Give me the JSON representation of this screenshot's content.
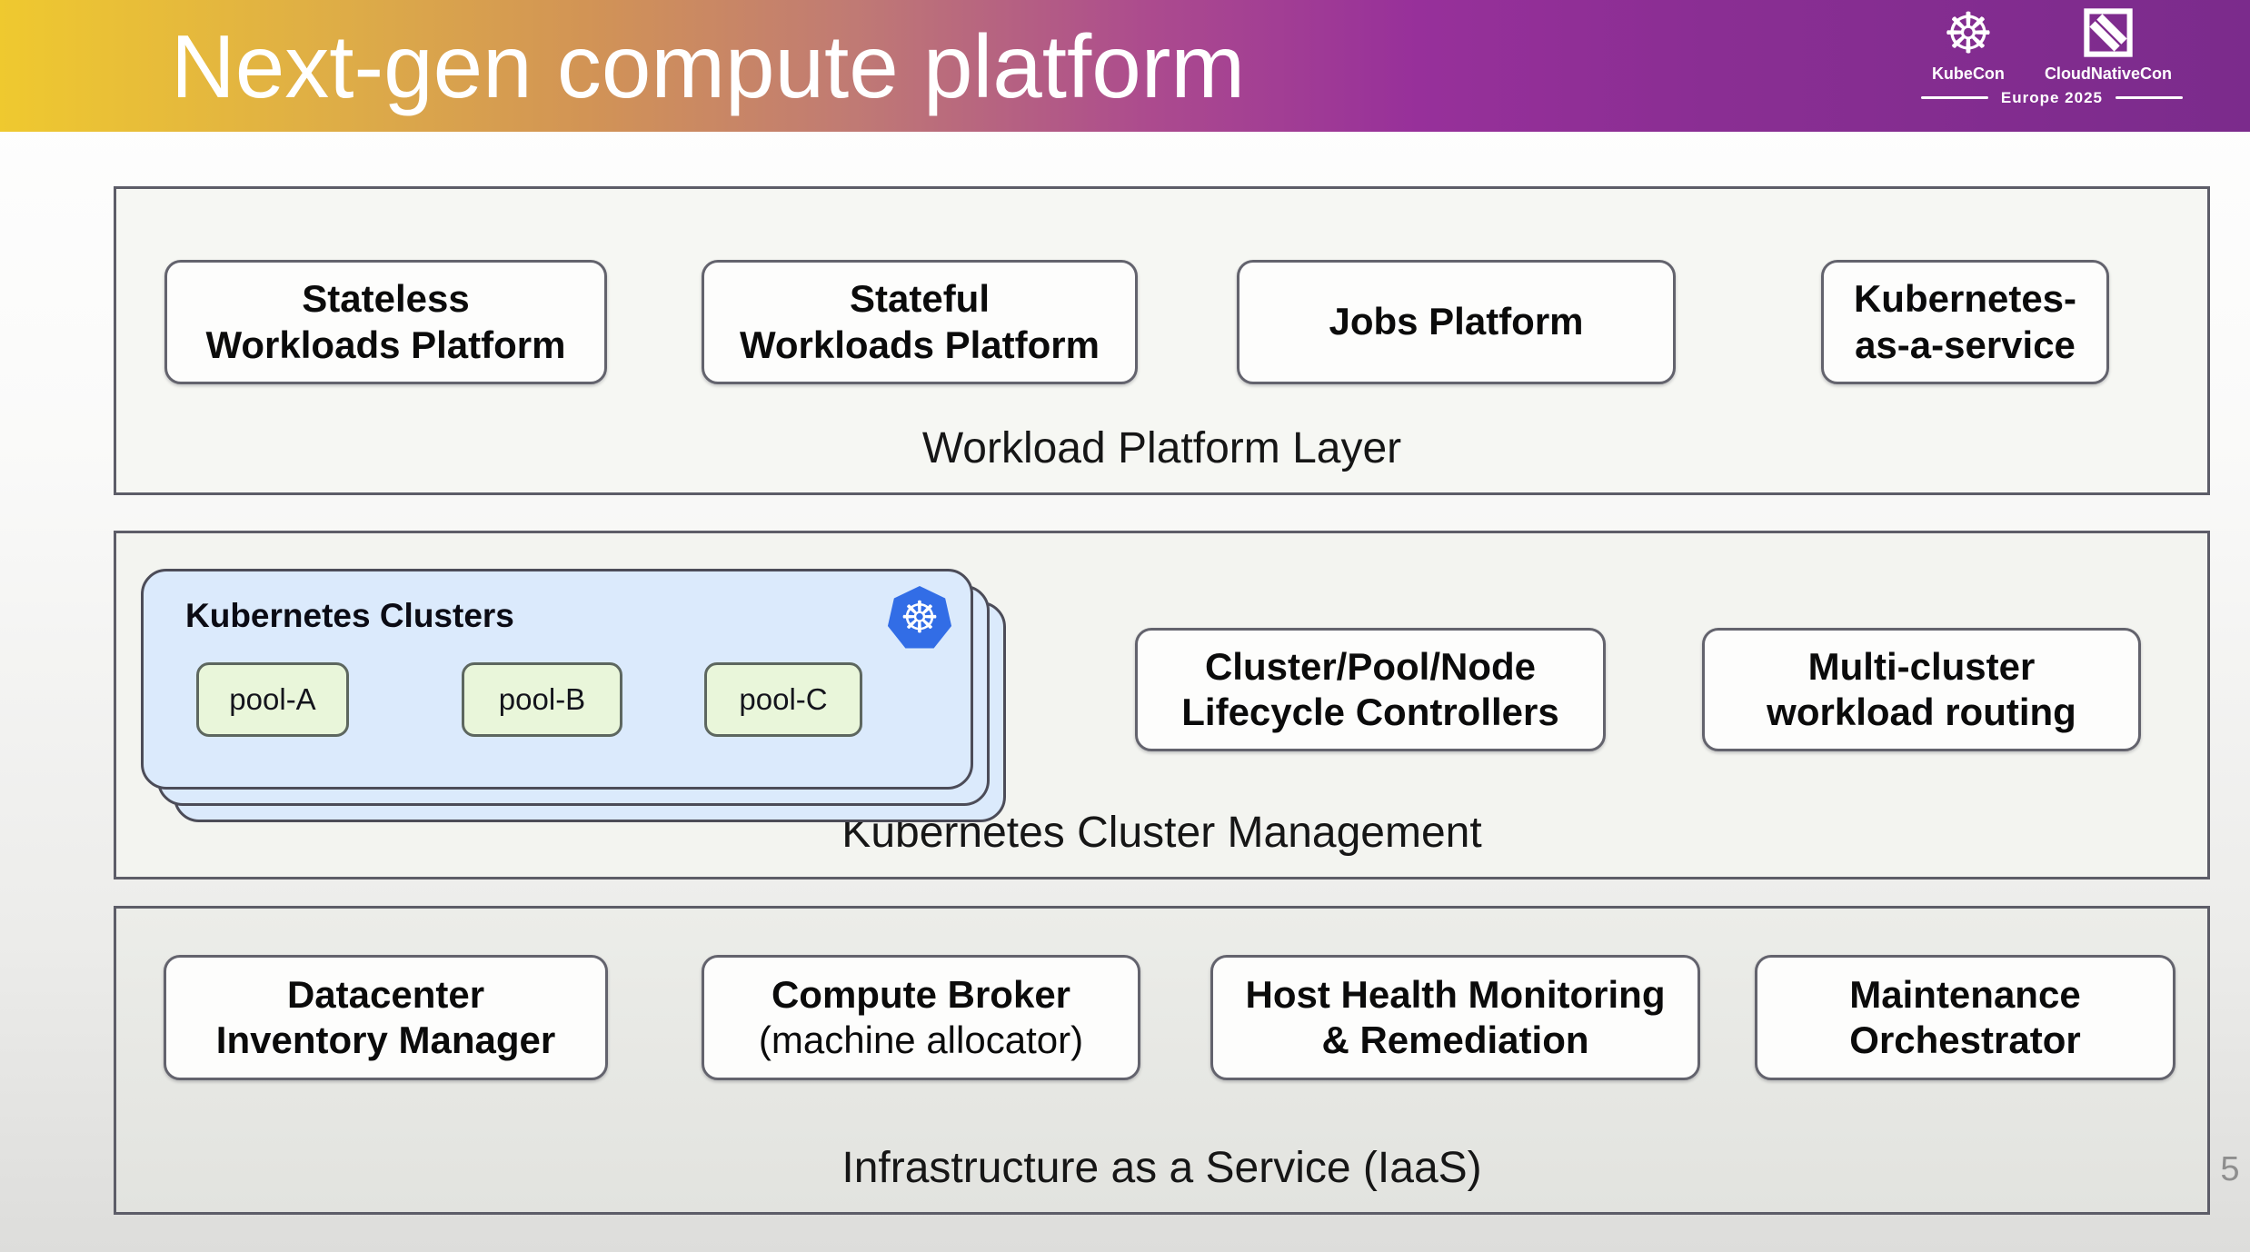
{
  "header": {
    "title": "Next-gen compute platform",
    "logos": {
      "kubecon": "KubeCon",
      "cloudnativecon": "CloudNativeCon",
      "event": "Europe 2025"
    },
    "colors": {
      "gradient_left": "#efc92f",
      "gradient_middle": "#ac4b8e",
      "gradient_right": "#7b2b8c"
    }
  },
  "page_number": "5",
  "colors": {
    "kubernetes_blue": "#326de6",
    "cluster_card_blue": "#dbeafc",
    "pool_green": "#e9f6da",
    "node_fill": "#fdfdfc",
    "node_border": "#63636d"
  },
  "layers": {
    "workload": {
      "label": "Workload Platform Layer",
      "boxes": {
        "stateless": {
          "label": "Stateless\nWorkloads Platform"
        },
        "stateful": {
          "label": "Stateful\nWorkloads Platform"
        },
        "jobs": {
          "label": "Jobs Platform"
        },
        "kaas": {
          "label": "Kubernetes-\nas-a-service"
        }
      }
    },
    "cluster_mgmt": {
      "label": "Kubernetes Cluster Management",
      "cluster_card": {
        "title": "Kubernetes Clusters",
        "pools": {
          "a": "pool-A",
          "b": "pool-B",
          "c": "pool-C"
        }
      },
      "boxes": {
        "lifecycle": {
          "label": "Cluster/Pool/Node\nLifecycle Controllers"
        },
        "routing": {
          "label": "Multi-cluster\nworkload routing"
        }
      }
    },
    "iaas": {
      "label": "Infrastructure as a Service (IaaS)",
      "boxes": {
        "inventory": {
          "label": "Datacenter\nInventory Manager"
        },
        "broker": {
          "label": "Compute Broker",
          "sublabel": "(machine allocator)"
        },
        "health": {
          "label": "Host Health Monitoring\n& Remediation"
        },
        "maintenance": {
          "label": "Maintenance\nOrchestrator"
        }
      }
    }
  }
}
